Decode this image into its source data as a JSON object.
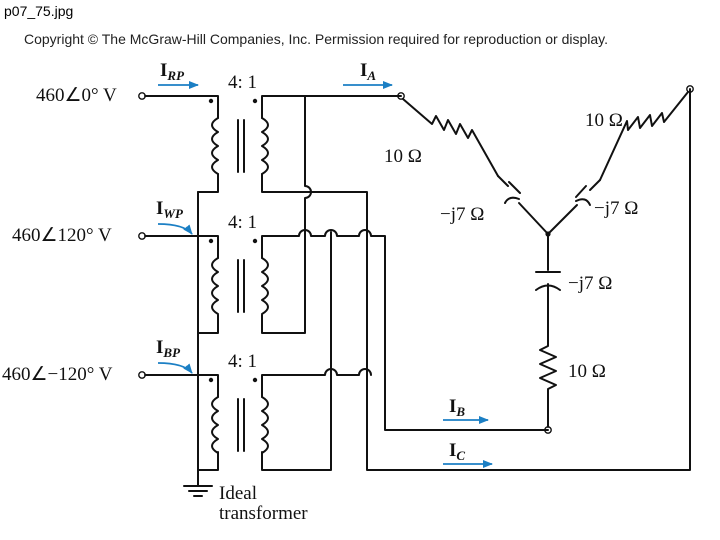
{
  "header": {
    "filename": "p07_75.jpg",
    "copyright": "Copyright © The McGraw-Hill Companies, Inc. Permission required for reproduction or display."
  },
  "sources": [
    {
      "label": "460∠0° V"
    },
    {
      "label": "460∠120° V"
    },
    {
      "label": "460∠−120° V"
    }
  ],
  "currents": {
    "rp": {
      "main": "I",
      "sub": "RP"
    },
    "wp": {
      "main": "I",
      "sub": "WP"
    },
    "bp": {
      "main": "I",
      "sub": "BP"
    },
    "a": {
      "main": "I",
      "sub": "A"
    },
    "b": {
      "main": "I",
      "sub": "B"
    },
    "c": {
      "main": "I",
      "sub": "C"
    }
  },
  "ratios": [
    "4: 1",
    "4: 1",
    "4: 1"
  ],
  "load": {
    "r_left": "10 Ω",
    "r_right": "10 Ω",
    "r_bottom": "10 Ω",
    "c_left": "−j7 Ω",
    "c_right": "−j7 Ω",
    "c_bottom": "−j7 Ω"
  },
  "ideal_transformer": {
    "line1": "Ideal",
    "line2": "transformer"
  },
  "colors": {
    "wire": "#111111",
    "arrow": "#1b7fc4"
  }
}
